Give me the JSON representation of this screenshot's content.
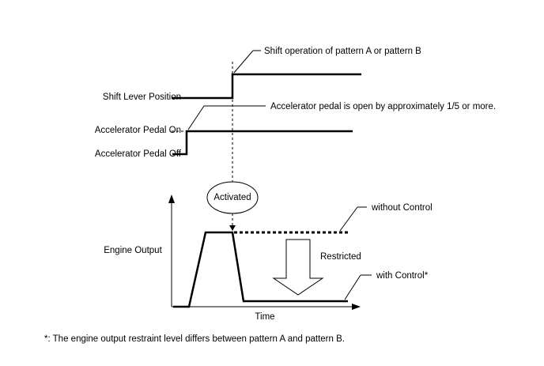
{
  "diagram": {
    "labels": {
      "shift_lever_position": "Shift Lever Position",
      "accelerator_pedal_on": "Accelerator Pedal On",
      "accelerator_pedal_off": "Accelerator Pedal Off",
      "engine_output": "Engine Output",
      "time_axis": "Time"
    },
    "callouts": {
      "shift_operation": "Shift operation of pattern A or pattern B",
      "accelerator_open": "Accelerator pedal is open by approximately 1/5 or more.",
      "activated": "Activated",
      "without_control": "without Control",
      "restricted": "Restricted",
      "with_control": "with Control*"
    },
    "footnote": "*: The engine output restraint level differs between pattern A and pattern B."
  }
}
